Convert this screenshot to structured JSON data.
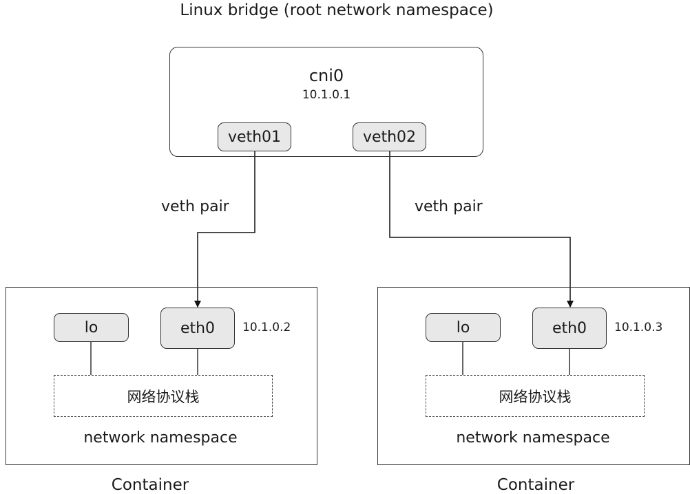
{
  "title": "Linux bridge (root network namespace)",
  "bridge": {
    "name": "cni0",
    "ip": "10.1.0.1",
    "ports": [
      "veth01",
      "veth02"
    ]
  },
  "links": [
    {
      "label": "veth pair",
      "from": "veth01",
      "to": "eth0"
    },
    {
      "label": "veth pair",
      "from": "veth02",
      "to": "eth0"
    }
  ],
  "containers": [
    {
      "label": "Container",
      "namespace": "network namespace",
      "stack": "网络协议栈",
      "interfaces": [
        "lo",
        "eth0"
      ],
      "eth0_ip": "10.1.0.2"
    },
    {
      "label": "Container",
      "namespace": "network namespace",
      "stack": "网络协议栈",
      "interfaces": [
        "lo",
        "eth0"
      ],
      "eth0_ip": "10.1.0.3"
    }
  ]
}
